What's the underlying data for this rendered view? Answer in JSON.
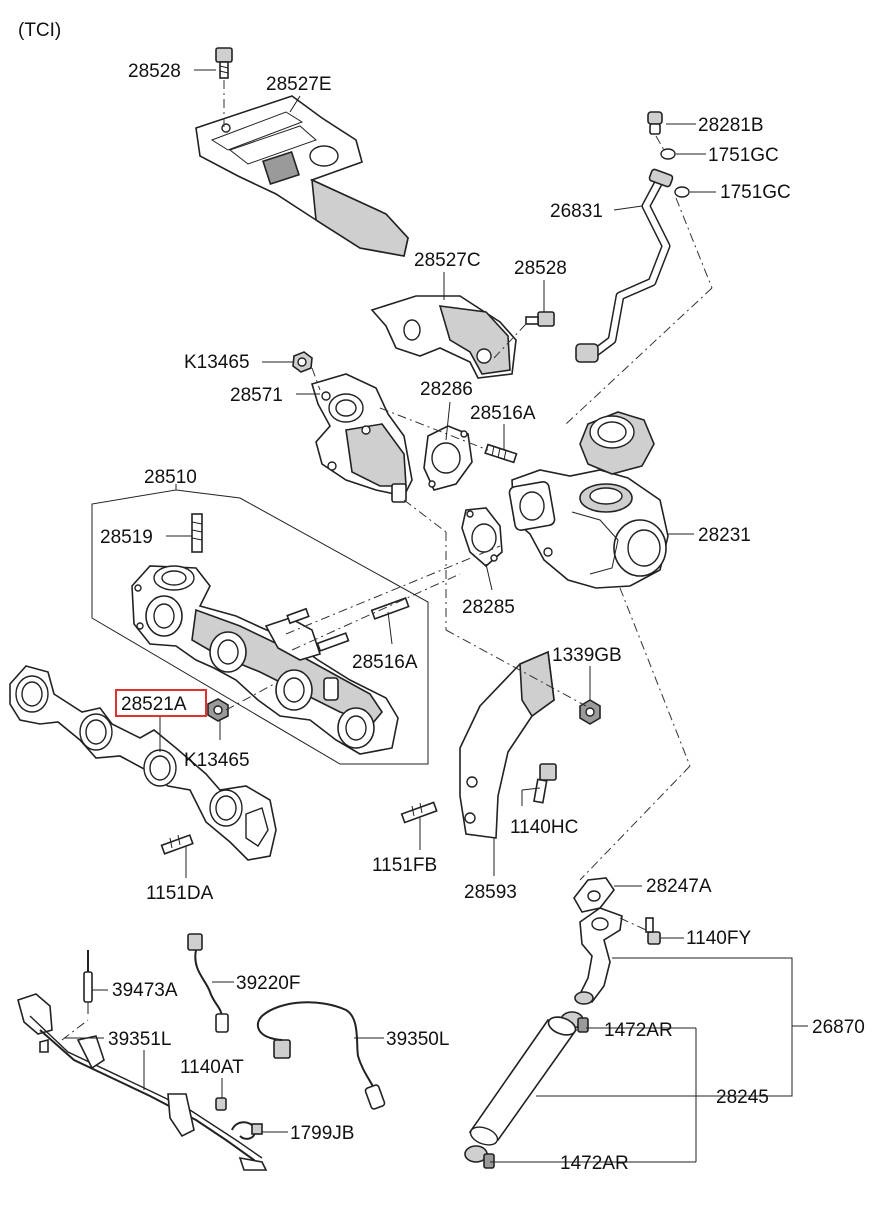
{
  "variant": "(TCI)",
  "highlighted_part": "28521A",
  "labels": {
    "l28528a": "28528",
    "l28527E": "28527E",
    "l28281B": "28281B",
    "l1751GCa": "1751GC",
    "l1751GCb": "1751GC",
    "l26831": "26831",
    "l28527C": "28527C",
    "l28528b": "28528",
    "lK13465a": "K13465",
    "l28571": "28571",
    "l28286": "28286",
    "l28516Aa": "28516A",
    "l28510": "28510",
    "l28519": "28519",
    "l28231": "28231",
    "l28285": "28285",
    "l28516Ab": "28516A",
    "l1339GB": "1339GB",
    "l28521A": "28521A",
    "lK13465b": "K13465",
    "l1140HC": "1140HC",
    "l1151FB": "1151FB",
    "l28593": "28593",
    "l1151DA": "1151DA",
    "l28247A": "28247A",
    "l1140FY": "1140FY",
    "l39473A": "39473A",
    "l39220F": "39220F",
    "l26870": "26870",
    "l1472ARa": "1472AR",
    "l39351L": "39351L",
    "l39350L": "39350L",
    "l1140AT": "1140AT",
    "l28245": "28245",
    "l1799JB": "1799JB",
    "l1472ARb": "1472AR"
  }
}
